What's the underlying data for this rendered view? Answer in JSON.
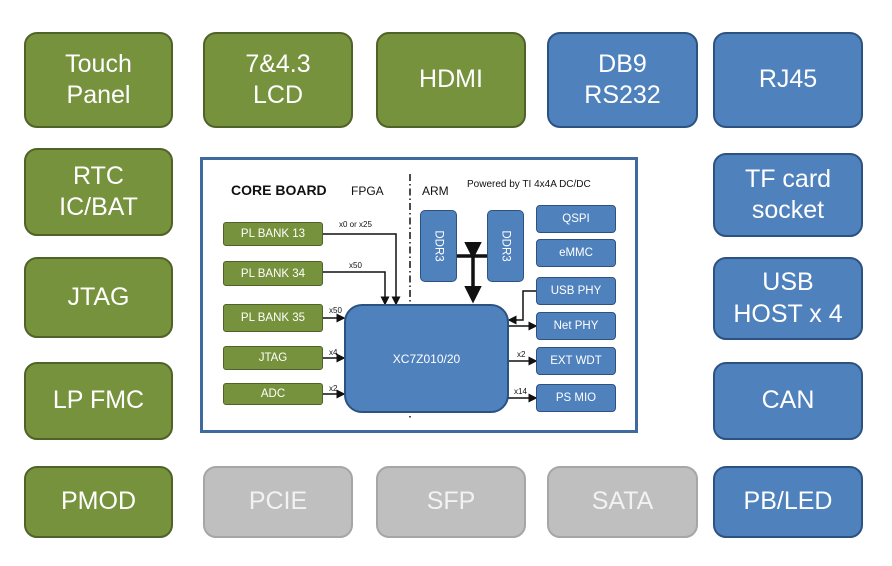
{
  "peripherals": {
    "touch_panel": "Touch\nPanel",
    "lcd": "7&4.3\nLCD",
    "hdmi": "HDMI",
    "db9": "DB9\nRS232",
    "rj45": "RJ45",
    "rtc": "RTC\nIC/BAT",
    "tf_card": "TF card\nsocket",
    "jtag": "JTAG",
    "usb_host": "USB\nHOST x 4",
    "lp_fmc": "LP FMC",
    "can": "CAN",
    "pmod": "PMOD",
    "pcie": "PCIE",
    "sfp": "SFP",
    "sata": "SATA",
    "pb_led": "PB/LED"
  },
  "core_board": {
    "title": "CORE BOARD",
    "fpga_label": "FPGA",
    "arm_label": "ARM",
    "power_label": "Powered by TI 4x4A DC/DC",
    "pl_blocks": [
      "PL BANK 13",
      "PL BANK 34",
      "PL BANK 35",
      "JTAG",
      "ADC"
    ],
    "bus_widths": [
      "x0 or x25",
      "x50",
      "x50",
      "x4",
      "x2"
    ],
    "ddr": [
      "DDR3",
      "DDR3"
    ],
    "ps_blocks": [
      "QSPI",
      "eMMC",
      "USB PHY",
      "Net PHY",
      "EXT WDT",
      "PS MIO"
    ],
    "ps_bus_widths": [
      "x2",
      "x14"
    ],
    "chip": "XC7Z010/20"
  },
  "colors": {
    "green": "#77923c",
    "blue": "#4f81bd",
    "gray": "#bfbfbf",
    "frame": "#3e6aa0"
  }
}
